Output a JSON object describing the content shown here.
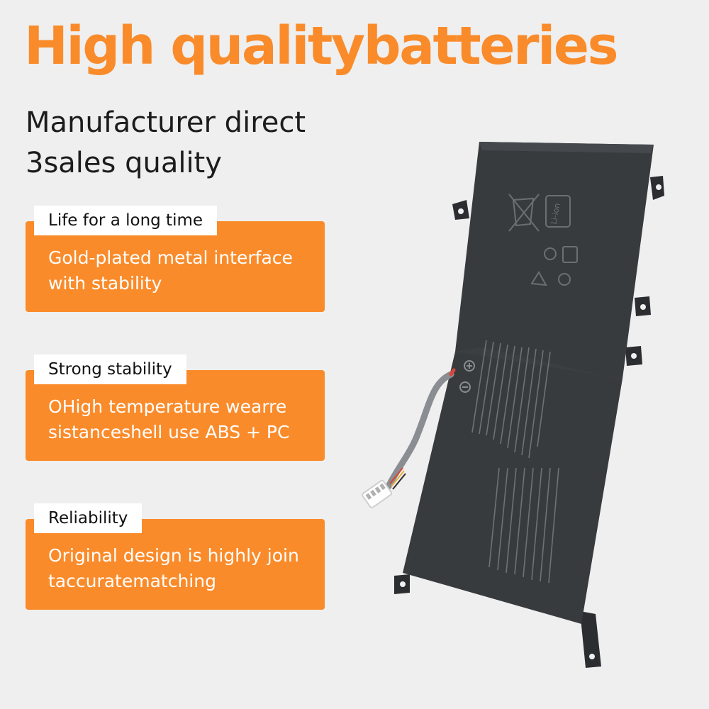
{
  "headline": "High qualitybatteries",
  "subheadline": {
    "line1": "Manufacturer direct",
    "line2": "3sales quality"
  },
  "features": [
    {
      "tab": "Life for a long time",
      "body": "Gold-plated metal interface\nwith stability"
    },
    {
      "tab": "Strong stability",
      "body": "OHigh temperature wearre\nsistanceshell use ABS + PC"
    },
    {
      "tab": "Reliability",
      "body": "Original design is highly join\ntaccuratematching"
    }
  ],
  "product": {
    "battery_marking": "Li-ion"
  },
  "colors": {
    "accent": "#fa8b2a",
    "background": "#efefef",
    "battery_body": "#383b3e",
    "text_dark": "#1c1c1c"
  }
}
